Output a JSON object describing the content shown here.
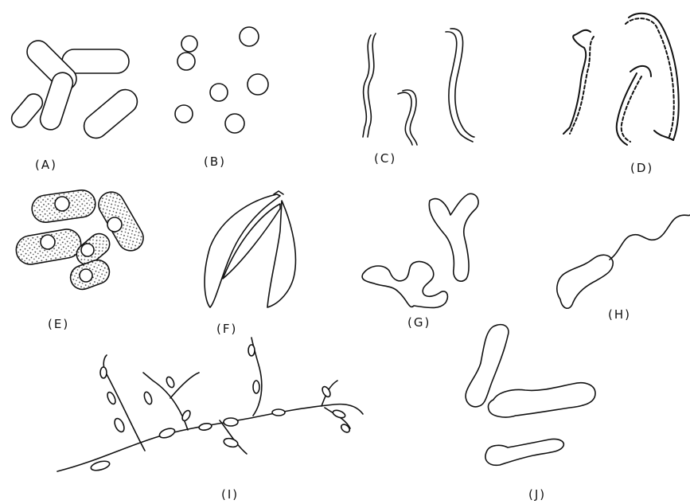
{
  "figure": {
    "labels": {
      "a": "(A)",
      "b": "(B)",
      "c": "(C)",
      "d": "(D)",
      "e": "(E)",
      "f": "(F)",
      "g": "(G)",
      "h": "(H)",
      "i": "(I)",
      "j": "(J)"
    }
  }
}
